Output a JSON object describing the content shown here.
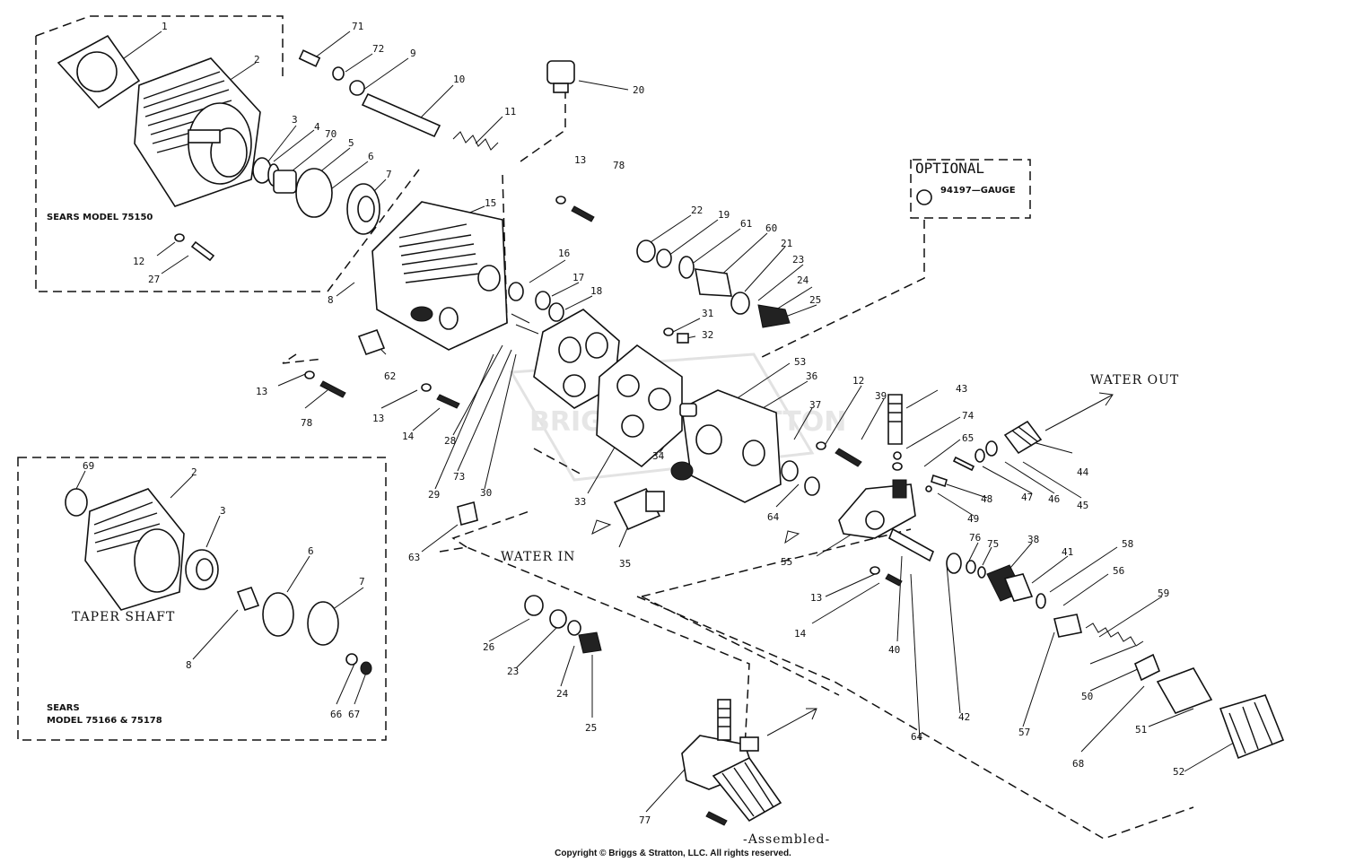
{
  "diagram": {
    "sections": {
      "model_75150": "SEARS MODEL 75150",
      "optional": "OPTIONAL",
      "gauge": "94197—GAUGE",
      "taper_shaft": "TAPER SHAFT",
      "sears": "SEARS",
      "model_75166": "MODEL 75166 & 75178",
      "water_out": "WATER OUT",
      "water_in": "WATER IN",
      "assembled": "-Assembled-"
    },
    "copyright": "Copyright © Briggs & Stratton, LLC. All rights reserved.",
    "watermark": "BRIGGS & STRATTON",
    "callouts": [
      "1",
      "2",
      "3",
      "4",
      "70",
      "5",
      "6",
      "7",
      "71",
      "72",
      "9",
      "10",
      "11",
      "20",
      "8",
      "12",
      "27",
      "13",
      "78",
      "15",
      "16",
      "17",
      "18",
      "22",
      "19",
      "61",
      "60",
      "21",
      "23",
      "24",
      "25",
      "31",
      "32",
      "62",
      "13",
      "78",
      "13",
      "14",
      "28",
      "29",
      "73",
      "30",
      "33",
      "34",
      "63",
      "35",
      "53",
      "36",
      "37",
      "12",
      "39",
      "43",
      "74",
      "65",
      "44",
      "45",
      "46",
      "47",
      "48",
      "49",
      "64",
      "55",
      "13",
      "14",
      "40",
      "76",
      "75",
      "38",
      "41",
      "58",
      "56",
      "59",
      "57",
      "50",
      "68",
      "51",
      "52",
      "64",
      "42",
      "26",
      "23",
      "24",
      "25",
      "69",
      "2",
      "3",
      "6",
      "7",
      "8",
      "66",
      "67",
      "77"
    ]
  }
}
